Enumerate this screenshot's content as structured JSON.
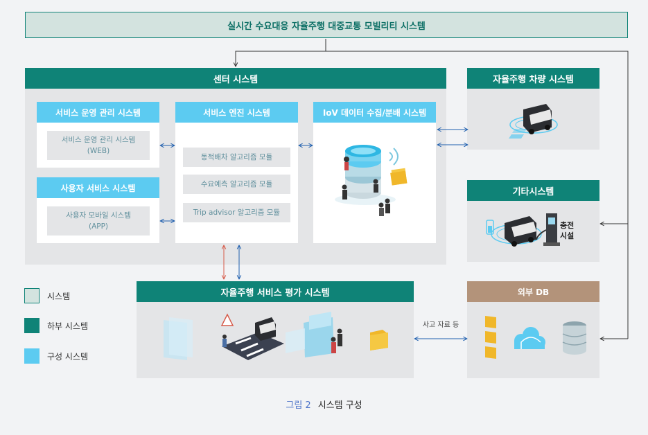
{
  "title": "실시간 수요대응 자율주행 대중교통 모빌리티 시스템",
  "center": {
    "title": "센터 시스템",
    "service_ops": {
      "title": "서비스 운영 관리 시스템",
      "item": "서비스 운영 관리 시스템\n(WEB)"
    },
    "user_service": {
      "title": "사용자 서비스 시스템",
      "item": "사용자 모바일 시스템\n(APP)"
    },
    "service_engine": {
      "title": "서비스 엔진 시스템",
      "modules": [
        "동적배차 알고리즘 모듈",
        "수요예측 알고리즘 모듈",
        "Trip advisor 알고리즘 모듈"
      ]
    },
    "iov": {
      "title": "IoV 데이터 수집/분배 시스템"
    }
  },
  "vehicle": {
    "title": "자율주행 차량 시스템"
  },
  "other": {
    "title": "기타시스템",
    "charge_label": "충전\n시설"
  },
  "evaluation": {
    "title": "자율주행 서비스 평가 시스템"
  },
  "external_db": {
    "title": "외부 DB",
    "link_label": "사고 자료 등"
  },
  "legend": [
    {
      "label": "시스템",
      "color": "#d3e3df"
    },
    {
      "label": "하부 시스템",
      "color": "#0f8377"
    },
    {
      "label": "구성 시스템",
      "color": "#5ccbf1"
    }
  ],
  "caption": {
    "figure": "그림 2",
    "text": "시스템 구성"
  }
}
